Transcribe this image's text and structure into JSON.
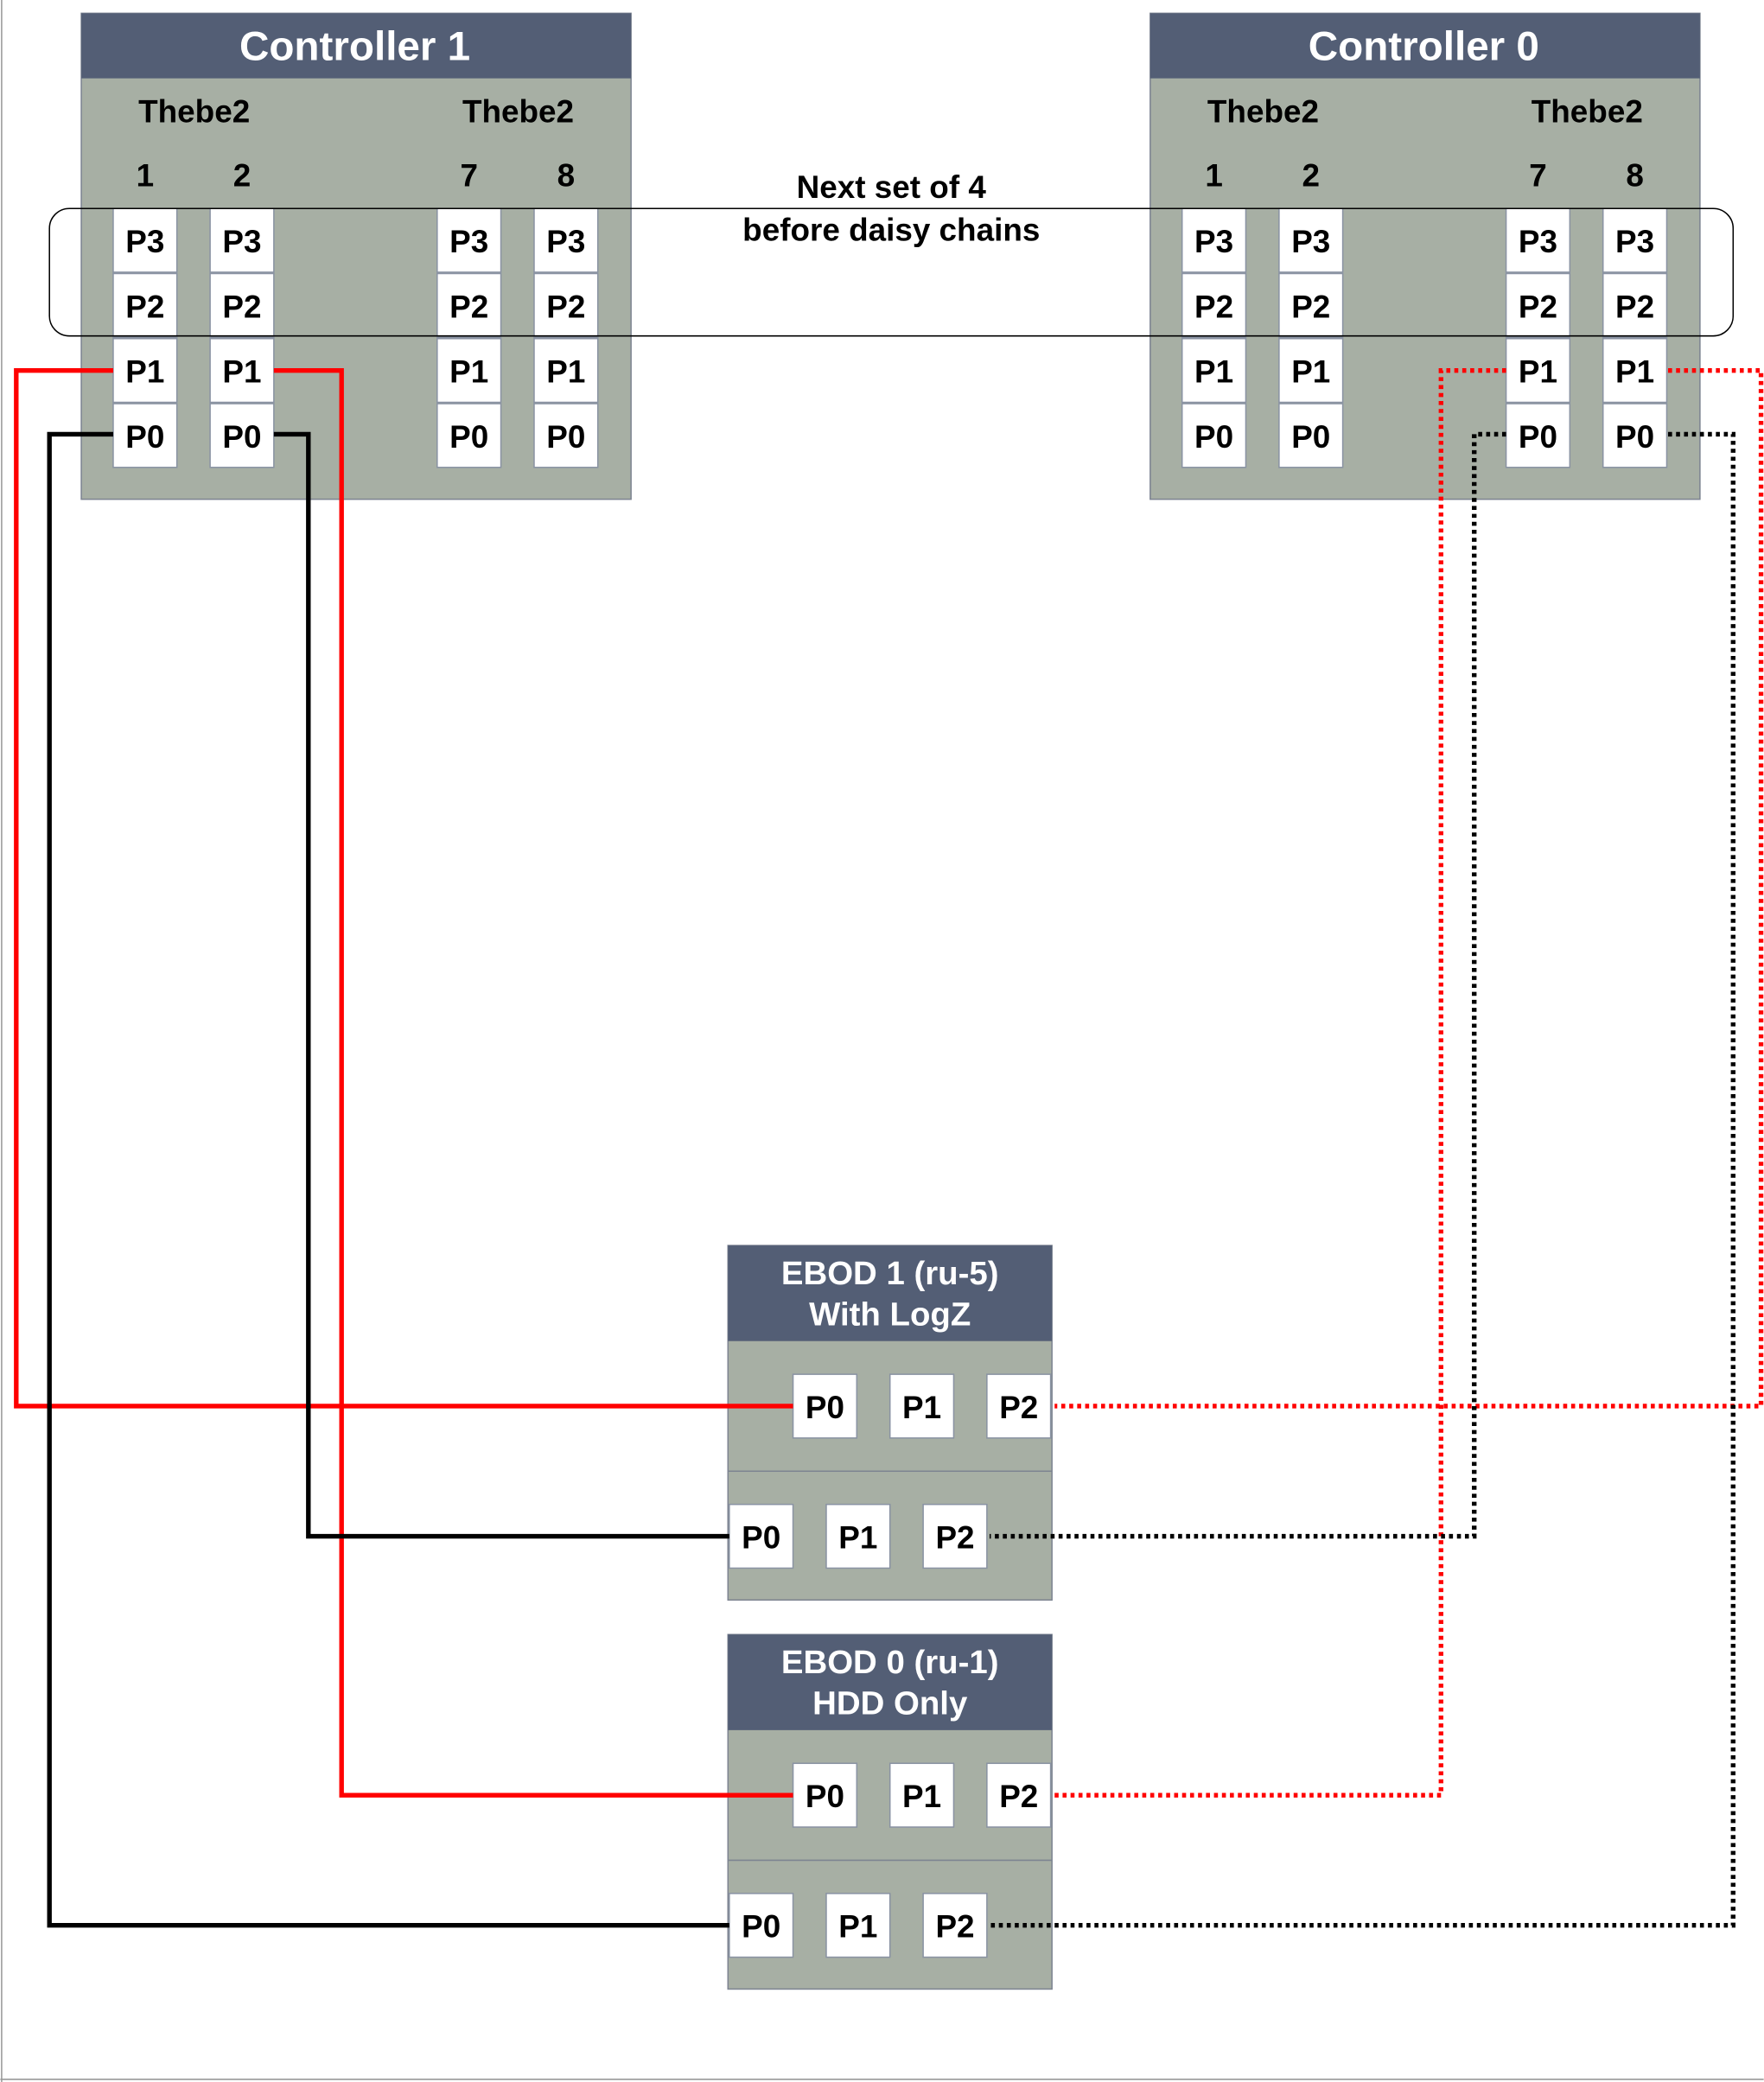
{
  "controllers": [
    {
      "title": "Controller 1",
      "groups": [
        "Thebe2",
        "Thebe2"
      ],
      "slots": [
        "1",
        "2",
        "7",
        "8"
      ],
      "ports": [
        "P3",
        "P2",
        "P1",
        "P0"
      ]
    },
    {
      "title": "Controller 0",
      "groups": [
        "Thebe2",
        "Thebe2"
      ],
      "slots": [
        "1",
        "2",
        "7",
        "8"
      ],
      "ports": [
        "P3",
        "P2",
        "P1",
        "P0"
      ]
    }
  ],
  "annotation": {
    "line1": "Next set of 4",
    "line2": "before daisy chains"
  },
  "ebods": [
    {
      "title_line1": "EBOD 1 (ru-5)",
      "title_line2": "With LogZ",
      "upper_ports": [
        "P0",
        "P1",
        "P2"
      ],
      "lower_ports": [
        "P0",
        "P1",
        "P2"
      ]
    },
    {
      "title_line1": "EBOD 0 (ru-1)",
      "title_line2": "HDD Only",
      "upper_ports": [
        "P0",
        "P1",
        "P2"
      ],
      "lower_ports": [
        "P0",
        "P1",
        "P2"
      ]
    }
  ],
  "colors": {
    "header": "#535e75",
    "body": "#a7afa4",
    "red_cable": "#ff0000",
    "black_cable": "#000000"
  }
}
